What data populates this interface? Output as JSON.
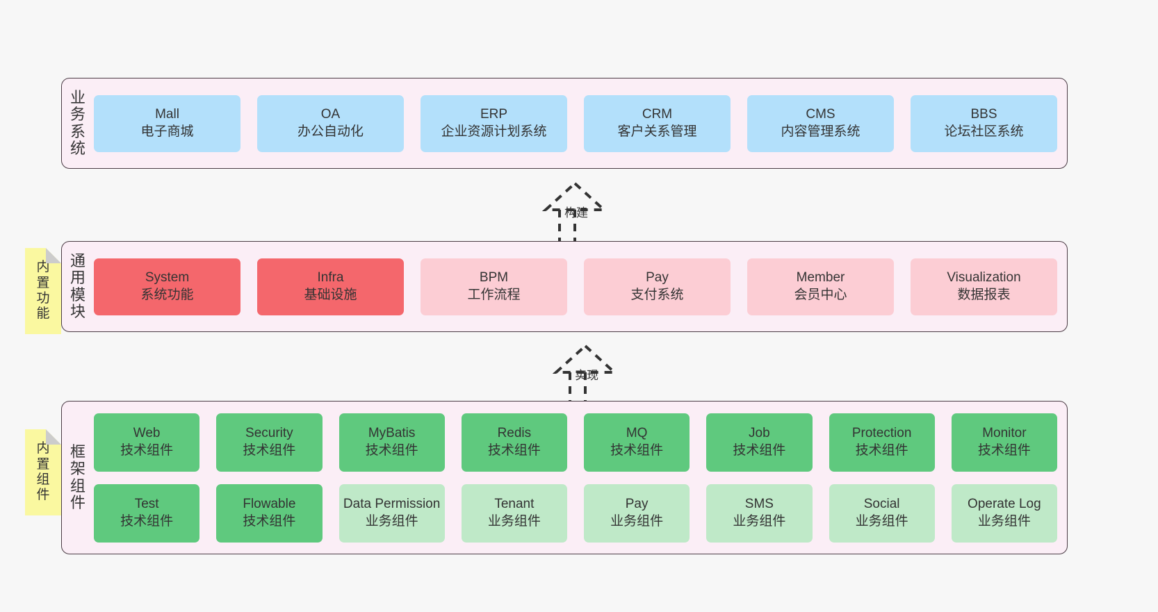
{
  "canvas": {
    "background": "#f7f7f7",
    "layer_fill": "#fbeef6",
    "layer_border": "#4a3b44",
    "note_fill": "#faf8a0",
    "note_fold": "#cccccc",
    "blue": "#b3e0fb",
    "red_strong": "#f4676c",
    "red_light": "#fccdd4",
    "green_strong": "#5fc97e",
    "green_light": "#bfe9c8"
  },
  "layers": [
    {
      "id": "business-systems",
      "title": "业务系统",
      "title_chars": [
        "业",
        "务",
        "系",
        "统"
      ],
      "rows": [
        {
          "cards": [
            {
              "name": "Mall",
              "sub": "电子商城",
              "color": "blue"
            },
            {
              "name": "OA",
              "sub": "办公自动化",
              "color": "blue"
            },
            {
              "name": "ERP",
              "sub": "企业资源计划系统",
              "color": "blue"
            },
            {
              "name": "CRM",
              "sub": "客户关系管理",
              "color": "blue"
            },
            {
              "name": "CMS",
              "sub": "内容管理系统",
              "color": "blue"
            },
            {
              "name": "BBS",
              "sub": "论坛社区系统",
              "color": "blue"
            }
          ]
        }
      ]
    },
    {
      "id": "common-modules",
      "title": "通用模块",
      "title_chars": [
        "通",
        "用",
        "模",
        "块"
      ],
      "note": {
        "text": "内置功能",
        "chars": [
          "内",
          "置",
          "功",
          "能"
        ]
      },
      "rows": [
        {
          "cards": [
            {
              "name": "System",
              "sub": "系统功能",
              "color": "red-strong"
            },
            {
              "name": "Infra",
              "sub": "基础设施",
              "color": "red-strong"
            },
            {
              "name": "BPM",
              "sub": "工作流程",
              "color": "red-light"
            },
            {
              "name": "Pay",
              "sub": "支付系统",
              "color": "red-light"
            },
            {
              "name": "Member",
              "sub": "会员中心",
              "color": "red-light"
            },
            {
              "name": "Visualization",
              "sub": "数据报表",
              "color": "red-light"
            }
          ]
        }
      ]
    },
    {
      "id": "framework-components",
      "title": "框架组件",
      "title_chars": [
        "框",
        "架",
        "组",
        "件"
      ],
      "note": {
        "text": "内置组件",
        "chars": [
          "内",
          "置",
          "组",
          "件"
        ]
      },
      "rows": [
        {
          "cards": [
            {
              "name": "Web",
              "sub": "技术组件",
              "color": "green-strong"
            },
            {
              "name": "Security",
              "sub": "技术组件",
              "color": "green-strong"
            },
            {
              "name": "MyBatis",
              "sub": "技术组件",
              "color": "green-strong"
            },
            {
              "name": "Redis",
              "sub": "技术组件",
              "color": "green-strong"
            },
            {
              "name": "MQ",
              "sub": "技术组件",
              "color": "green-strong"
            },
            {
              "name": "Job",
              "sub": "技术组件",
              "color": "green-strong"
            },
            {
              "name": "Protection",
              "sub": "技术组件",
              "color": "green-strong"
            },
            {
              "name": "Monitor",
              "sub": "技术组件",
              "color": "green-strong"
            }
          ]
        },
        {
          "cards": [
            {
              "name": "Test",
              "sub": "技术组件",
              "color": "green-strong"
            },
            {
              "name": "Flowable",
              "sub": "技术组件",
              "color": "green-strong"
            },
            {
              "name": "Data Permission",
              "sub": "业务组件",
              "color": "green-light"
            },
            {
              "name": "Tenant",
              "sub": "业务组件",
              "color": "green-light"
            },
            {
              "name": "Pay",
              "sub": "业务组件",
              "color": "green-light"
            },
            {
              "name": "SMS",
              "sub": "业务组件",
              "color": "green-light"
            },
            {
              "name": "Social",
              "sub": "业务组件",
              "color": "green-light"
            },
            {
              "name": "Operate Log",
              "sub": "业务组件",
              "color": "green-light"
            }
          ]
        }
      ]
    }
  ],
  "connectors": [
    {
      "id": "build",
      "label": "构建"
    },
    {
      "id": "realize",
      "label": "实现"
    }
  ]
}
